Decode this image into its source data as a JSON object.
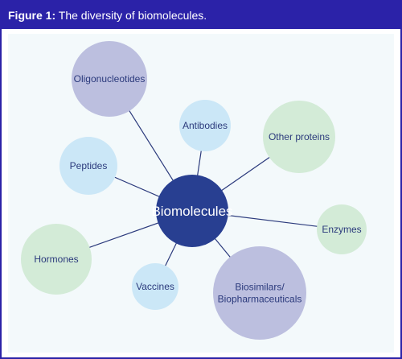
{
  "figure": {
    "label": "Figure 1:",
    "title": "The diversity of biomolecules."
  },
  "colors": {
    "header_bg": "#2b22a8",
    "center": "#283f91",
    "purple": "#bcbfdf",
    "lightblue": "#cbe7f7",
    "green": "#d3ebd7",
    "text_dark": "#2b3a7c",
    "line": "#2b3a7c"
  },
  "center": {
    "label": "Biomolecules"
  },
  "nodes": [
    {
      "id": "oligonucleotides",
      "lines": [
        "Oligonucleotides"
      ],
      "color": "purple"
    },
    {
      "id": "antibodies",
      "lines": [
        "Antibodies"
      ],
      "color": "lightblue"
    },
    {
      "id": "other-proteins",
      "lines": [
        "Other proteins"
      ],
      "color": "green"
    },
    {
      "id": "peptides",
      "lines": [
        "Peptides"
      ],
      "color": "lightblue"
    },
    {
      "id": "enzymes",
      "lines": [
        "Enzymes"
      ],
      "color": "green"
    },
    {
      "id": "hormones",
      "lines": [
        "Hormones"
      ],
      "color": "green"
    },
    {
      "id": "vaccines",
      "lines": [
        "Vaccines"
      ],
      "color": "lightblue"
    },
    {
      "id": "biosimilars",
      "lines": [
        "Biosimilars/",
        "Biopharmaceuticals"
      ],
      "color": "purple"
    }
  ]
}
